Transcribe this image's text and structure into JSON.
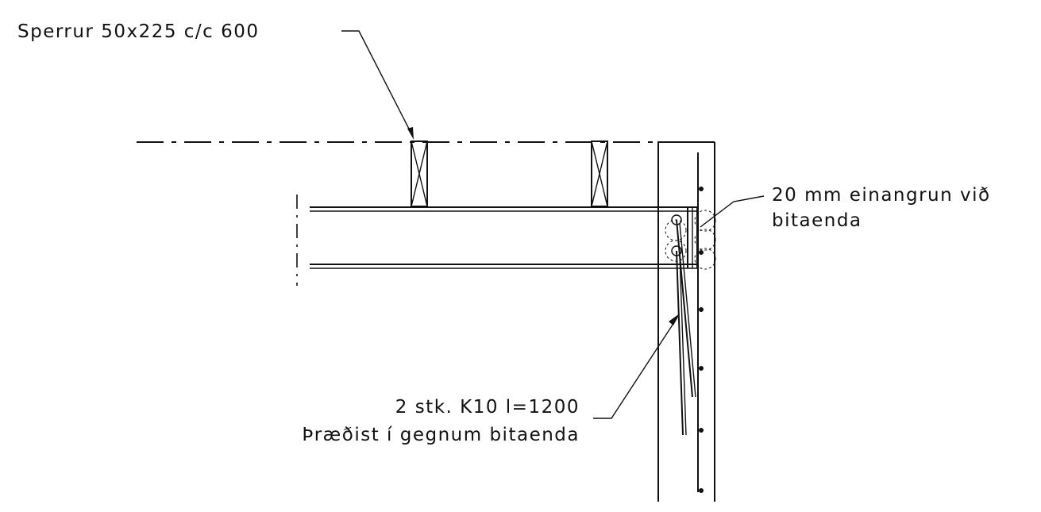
{
  "labels": {
    "rafters": "Sperrur 50x225 c/c 600",
    "insulation_line1": "20 mm einangrun við",
    "insulation_line2": "bitaenda",
    "rebar_line1": "2 stk. K10 l=1200",
    "rebar_line2": "Þræðist í gegnum bitaenda"
  },
  "colors": {
    "line": "#111111",
    "background": "#ffffff"
  }
}
